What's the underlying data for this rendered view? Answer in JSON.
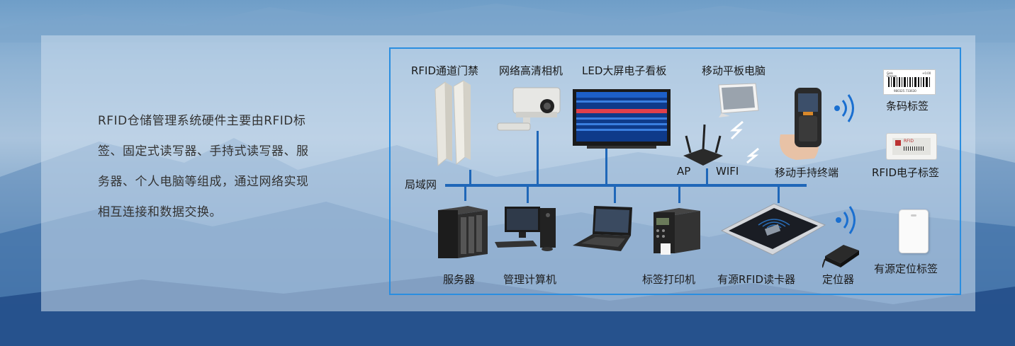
{
  "description": "RFID仓储管理系统硬件主要由RFID标签、固定式读写器、手持式读写器、服务器、个人电脑等组成，通过网络实现相互连接和数据交换。",
  "description_lines": [
    "RFID仓储管理系统硬件主要由RFID标",
    "签、固定式读写器、手持式读写器、服",
    "务器、个人电脑等组成，通过网络实现",
    "相互连接和数据交换。"
  ],
  "network": {
    "lan_label": "局域网"
  },
  "top_devices": [
    {
      "label": "RFID通道门禁"
    },
    {
      "label": "网络高清相机"
    },
    {
      "label": "LED大屏电子看板"
    },
    {
      "label": "移动平板电脑"
    }
  ],
  "ap": {
    "label1": "AP",
    "label2": "WIFI"
  },
  "handheld": {
    "label": "移动手持终端"
  },
  "tags": {
    "barcode": "条码标签",
    "rfid_electronic": "RFID电子标签",
    "active_location": "有源定位标签"
  },
  "bottom_devices": [
    {
      "label": "服务器"
    },
    {
      "label": "管理计算机"
    },
    {
      "label": "标签打印机"
    },
    {
      "label": "有源RFID读卡器"
    },
    {
      "label": "定位器"
    }
  ],
  "barcode_text": {
    "top_left": "Gels",
    "top_left2": "Grease",
    "top_right": "+0.00",
    "numbers": "980325  733630"
  },
  "eink_text": "RFID",
  "colors": {
    "line": "#1f67b8",
    "frame": "#2a8ee0",
    "wifi": "#1a6fd0"
  }
}
